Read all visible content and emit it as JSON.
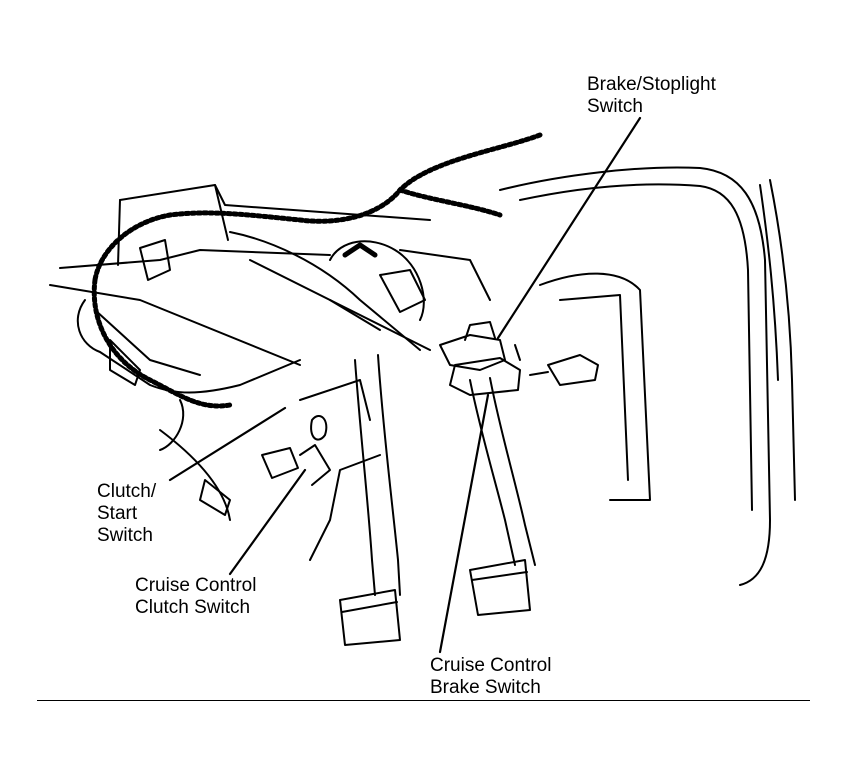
{
  "diagram": {
    "callouts": {
      "brake_stoplight_switch": [
        "Brake/Stoplight",
        "Switch"
      ],
      "clutch_start_switch": [
        "Clutch/",
        "Start",
        "Switch"
      ],
      "cruise_control_clutch_switch": [
        "Cruise Control",
        "Clutch Switch"
      ],
      "cruise_control_brake_switch": [
        "Cruise Control",
        "Brake Switch"
      ]
    }
  }
}
